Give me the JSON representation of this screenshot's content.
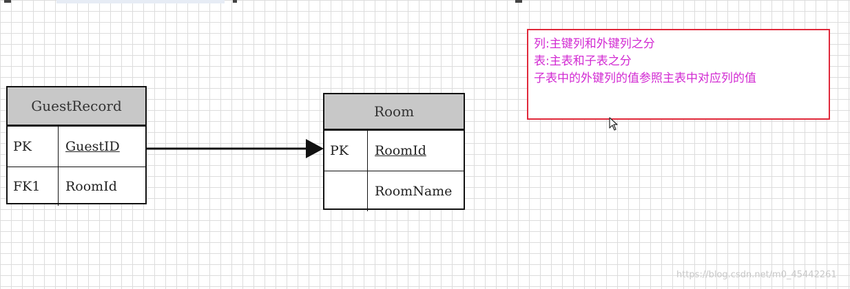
{
  "diagram": {
    "entities": [
      {
        "name": "GuestRecord",
        "rows": [
          {
            "key": "PK",
            "field": "GuestID",
            "primary": true
          },
          {
            "key": "FK1",
            "field": "RoomId",
            "primary": false
          }
        ]
      },
      {
        "name": "Room",
        "rows": [
          {
            "key": "PK",
            "field": "RoomId",
            "primary": true
          },
          {
            "key": "",
            "field": "RoomName",
            "primary": false
          }
        ]
      }
    ],
    "relationships": [
      {
        "from": "GuestRecord.GuestID",
        "to": "Room.RoomId",
        "arrow": "filled-triangle"
      }
    ]
  },
  "note": {
    "lines": [
      "列:主键列和外键列之分",
      "表:主表和子表之分",
      "子表中的外键列的值参照主表中对应列的值"
    ],
    "text_color": "#d22ad2",
    "border_color": "#e0283a"
  },
  "watermark": "https://blog.csdn.net/m0_45442261",
  "colors": {
    "grid": "#dcdcdc",
    "header_fill": "#c8c8c8",
    "line": "#111111"
  }
}
